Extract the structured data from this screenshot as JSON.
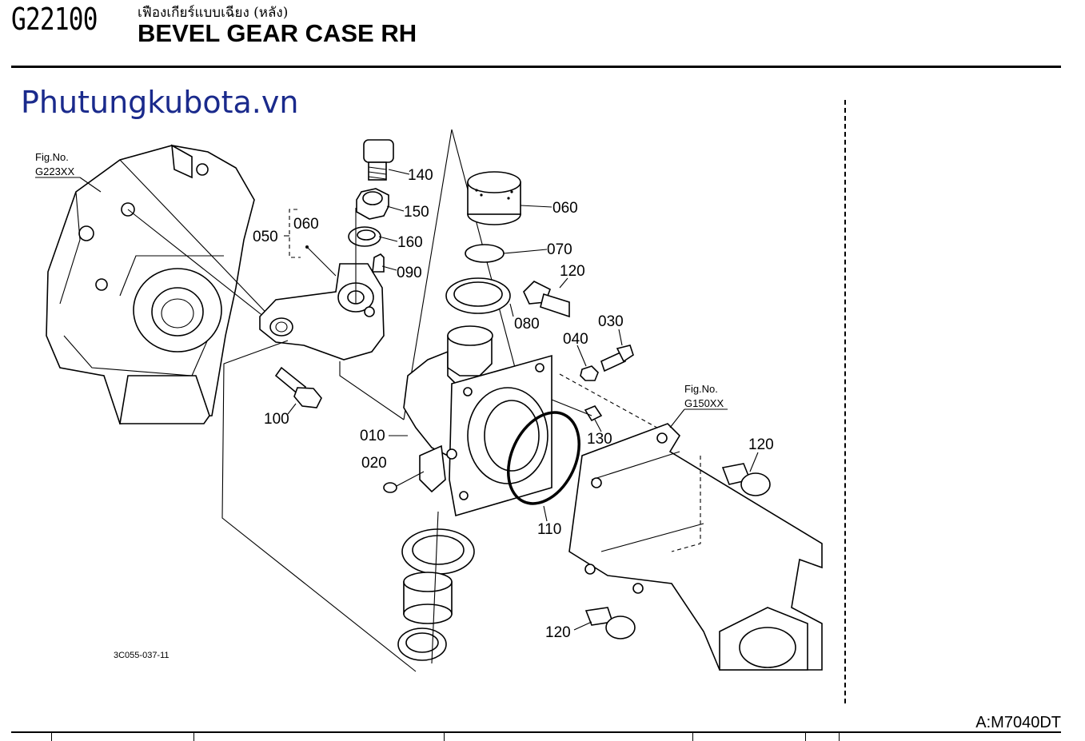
{
  "header": {
    "page_code": "G22100",
    "title_thai": "เฟืองเกียร์แบบเฉียง (หลัง)",
    "title_en": "BEVEL GEAR CASE RH"
  },
  "watermark": "Phutungkubota.vn",
  "model_code": "A:M7040DT",
  "diagram": {
    "code": "3C055-037-11",
    "references": [
      {
        "fig_label": "Fig.No.",
        "fig_code": "G223XX"
      },
      {
        "fig_label": "Fig.No.",
        "fig_code": "G150XX"
      }
    ],
    "callouts": [
      "140",
      "150",
      "160",
      "090",
      "060",
      "050",
      "060",
      "070",
      "120",
      "080",
      "030",
      "040",
      "130",
      "010",
      "020",
      "110",
      "100",
      "120",
      "120"
    ]
  }
}
